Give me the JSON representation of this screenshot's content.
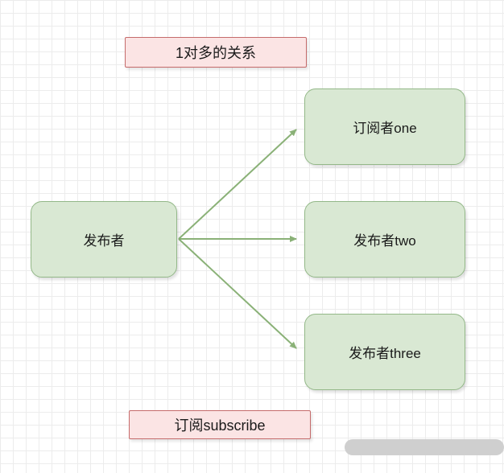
{
  "diagram": {
    "title_box": {
      "label": "1对多的关系"
    },
    "publisher_box": {
      "label": "发布者"
    },
    "targets": [
      {
        "label": "订阅者one"
      },
      {
        "label": "发布者two"
      },
      {
        "label": "发布者three"
      }
    ],
    "bottom_box": {
      "label": "订阅subscribe"
    }
  },
  "colors": {
    "node_green_fill": "#d9e8d3",
    "node_green_border": "#93b888",
    "node_pink_fill": "#fbe4e4",
    "node_pink_border": "#c56b6b",
    "arrow_green": "#8ab177",
    "grid_line": "#ececec",
    "scrollbar_thumb": "#cfcfcf"
  }
}
